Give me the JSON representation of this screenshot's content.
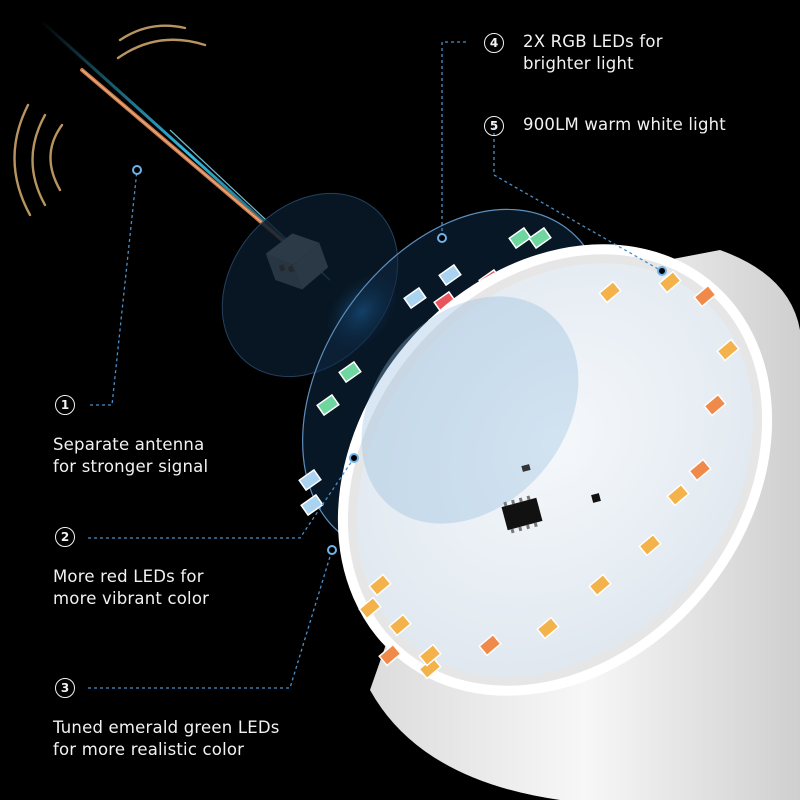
{
  "callouts": [
    {
      "number": "1",
      "line1": "Separate antenna",
      "line2": "for stronger signal"
    },
    {
      "number": "2",
      "line1": "More red LEDs for",
      "line2": "more vibrant color"
    },
    {
      "number": "3",
      "line1": "Tuned emerald green LEDs",
      "line2": "for more realistic color"
    },
    {
      "number": "4",
      "line1": "2X RGB LEDs for",
      "line2": "brighter light"
    },
    {
      "number": "5",
      "line1": "900LM warm white light",
      "line2": ""
    }
  ],
  "colors": {
    "background": "#000000",
    "callout_text": "#f2f2f2",
    "leader_line": "#4a8fc8",
    "led_red": "#e8555c",
    "led_green": "#6fd6a0",
    "led_blue": "#a9d3f0",
    "led_warm": "#f4b24a",
    "led_orange": "#f08a4b",
    "antenna": "#c97a4a",
    "signal_waves": "#b89560",
    "bulb_body": "#f0f0f0"
  },
  "icons": [
    "signal-waves-icon",
    "antenna-icon",
    "led-chip-icon",
    "bulb-icon"
  ]
}
